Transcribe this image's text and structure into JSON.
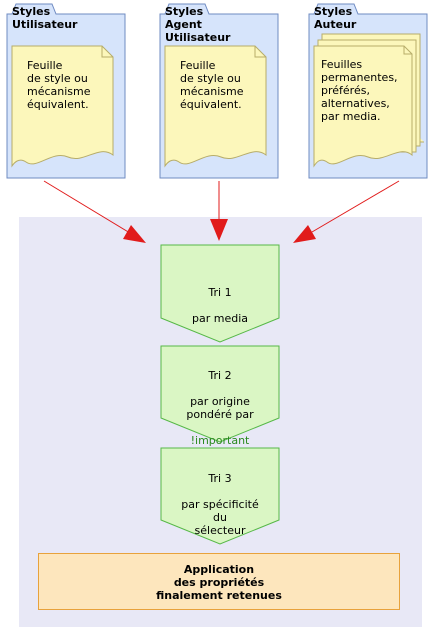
{
  "sources": [
    {
      "id": "user",
      "title": "Styles\nUtilisateur",
      "note": "Feuille\nde style ou\nmécanisme\néquivalent.",
      "stacked": false
    },
    {
      "id": "agent",
      "title": "Styles\nAgent\nUtilisateur",
      "note": "Feuille\nde style ou\nmécanisme\néquivalent.",
      "stacked": false
    },
    {
      "id": "author",
      "title": "Styles\nAuteur",
      "note": "Feuilles\npermanentes,\npréférés,\nalternatives,\npar media.",
      "stacked": true
    }
  ],
  "steps": [
    {
      "id": "step-1",
      "title": "Tri 1",
      "text": "par media"
    },
    {
      "id": "step-2",
      "title": "Tri 2",
      "text": "par origine\npondéré par",
      "keyword": "!important"
    },
    {
      "id": "step-3",
      "title": "Tri 3",
      "text": "par spécificité\ndu\nsélecteur"
    }
  ],
  "final": {
    "label": "Application\ndes propriétés\nfinalement retenues"
  },
  "colors": {
    "folder_fill": "#d6e4fb",
    "folder_stroke": "#6f8bc2",
    "note_fill": "#fcf7bb",
    "note_stroke": "#b7ad6a",
    "arrow": "#e11b1b",
    "panel": "#e8e8f6",
    "step_fill": "#daf6c4",
    "step_stroke": "#56b847",
    "final_fill": "#fde6bd",
    "final_stroke": "#e8a23c",
    "keyword": "#2a8a1e"
  }
}
